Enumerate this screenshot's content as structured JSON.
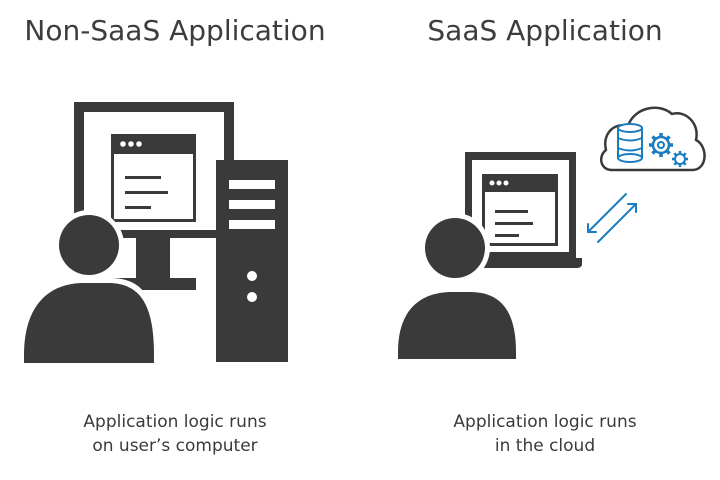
{
  "left_panel": {
    "title": "Non-SaaS Application",
    "caption_line1": "Application logic runs",
    "caption_line2": "on user’s computer"
  },
  "right_panel": {
    "title": "SaaS Application",
    "caption_line1": "Application logic runs",
    "caption_line2": "in the cloud"
  },
  "colors": {
    "dark": "#3a3a3a",
    "accent": "#1a7dbf",
    "background": "#ffffff"
  },
  "icons": [
    "person-icon",
    "desktop-monitor-icon",
    "tower-pc-icon",
    "laptop-icon",
    "cloud-icon",
    "database-icon",
    "gear-icon",
    "sync-arrows-icon"
  ]
}
